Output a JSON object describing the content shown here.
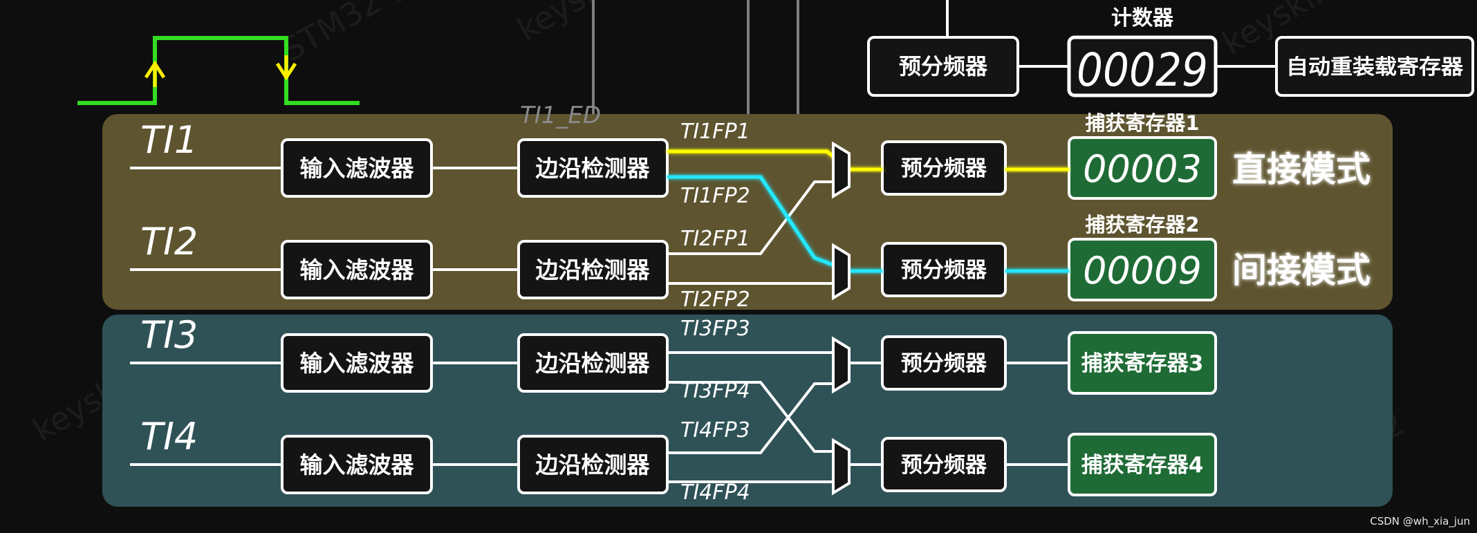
{
  "top": {
    "counter_title": "计数器",
    "prescaler": "预分频器",
    "counter_value": "00029",
    "auto_reload": "自动重装载寄存器"
  },
  "ti1_ed": "TI1_ED",
  "channels": [
    {
      "input": "TI1",
      "filter": "输入滤波器",
      "edge": "边沿检测器",
      "fp_a": "TI1FP1",
      "fp_b": "TI1FP2",
      "prescaler": "预分频器",
      "capture_title": "捕获寄存器1",
      "capture_value": "00003",
      "mode": "直接模式",
      "mode_color": "#ffff00"
    },
    {
      "input": "TI2",
      "filter": "输入滤波器",
      "edge": "边沿检测器",
      "fp_a": "TI2FP1",
      "fp_b": "TI2FP2",
      "prescaler": "预分频器",
      "capture_title": "捕获寄存器2",
      "capture_value": "00009",
      "mode": "间接模式",
      "mode_color": "#22e8ff"
    },
    {
      "input": "TI3",
      "filter": "输入滤波器",
      "edge": "边沿检测器",
      "fp_a": "TI3FP3",
      "fp_b": "TI3FP4",
      "prescaler": "预分频器",
      "capture_value": "捕获寄存器3"
    },
    {
      "input": "TI4",
      "filter": "输入滤波器",
      "edge": "边沿检测器",
      "fp_a": "TI4FP3",
      "fp_b": "TI4FP4",
      "prescaler": "预分频器",
      "capture_value": "捕获寄存器4"
    }
  ],
  "colors": {
    "direct_path": "#ffff00",
    "indirect_path": "#22e8ff",
    "pulse": "#33dd22",
    "pulse_arrow": "#ffee00",
    "group_top": "#5e5530",
    "group_bottom": "#2f5257",
    "capture_fill": "#1f6b36"
  },
  "credit": "CSDN @wh_xia_jun"
}
